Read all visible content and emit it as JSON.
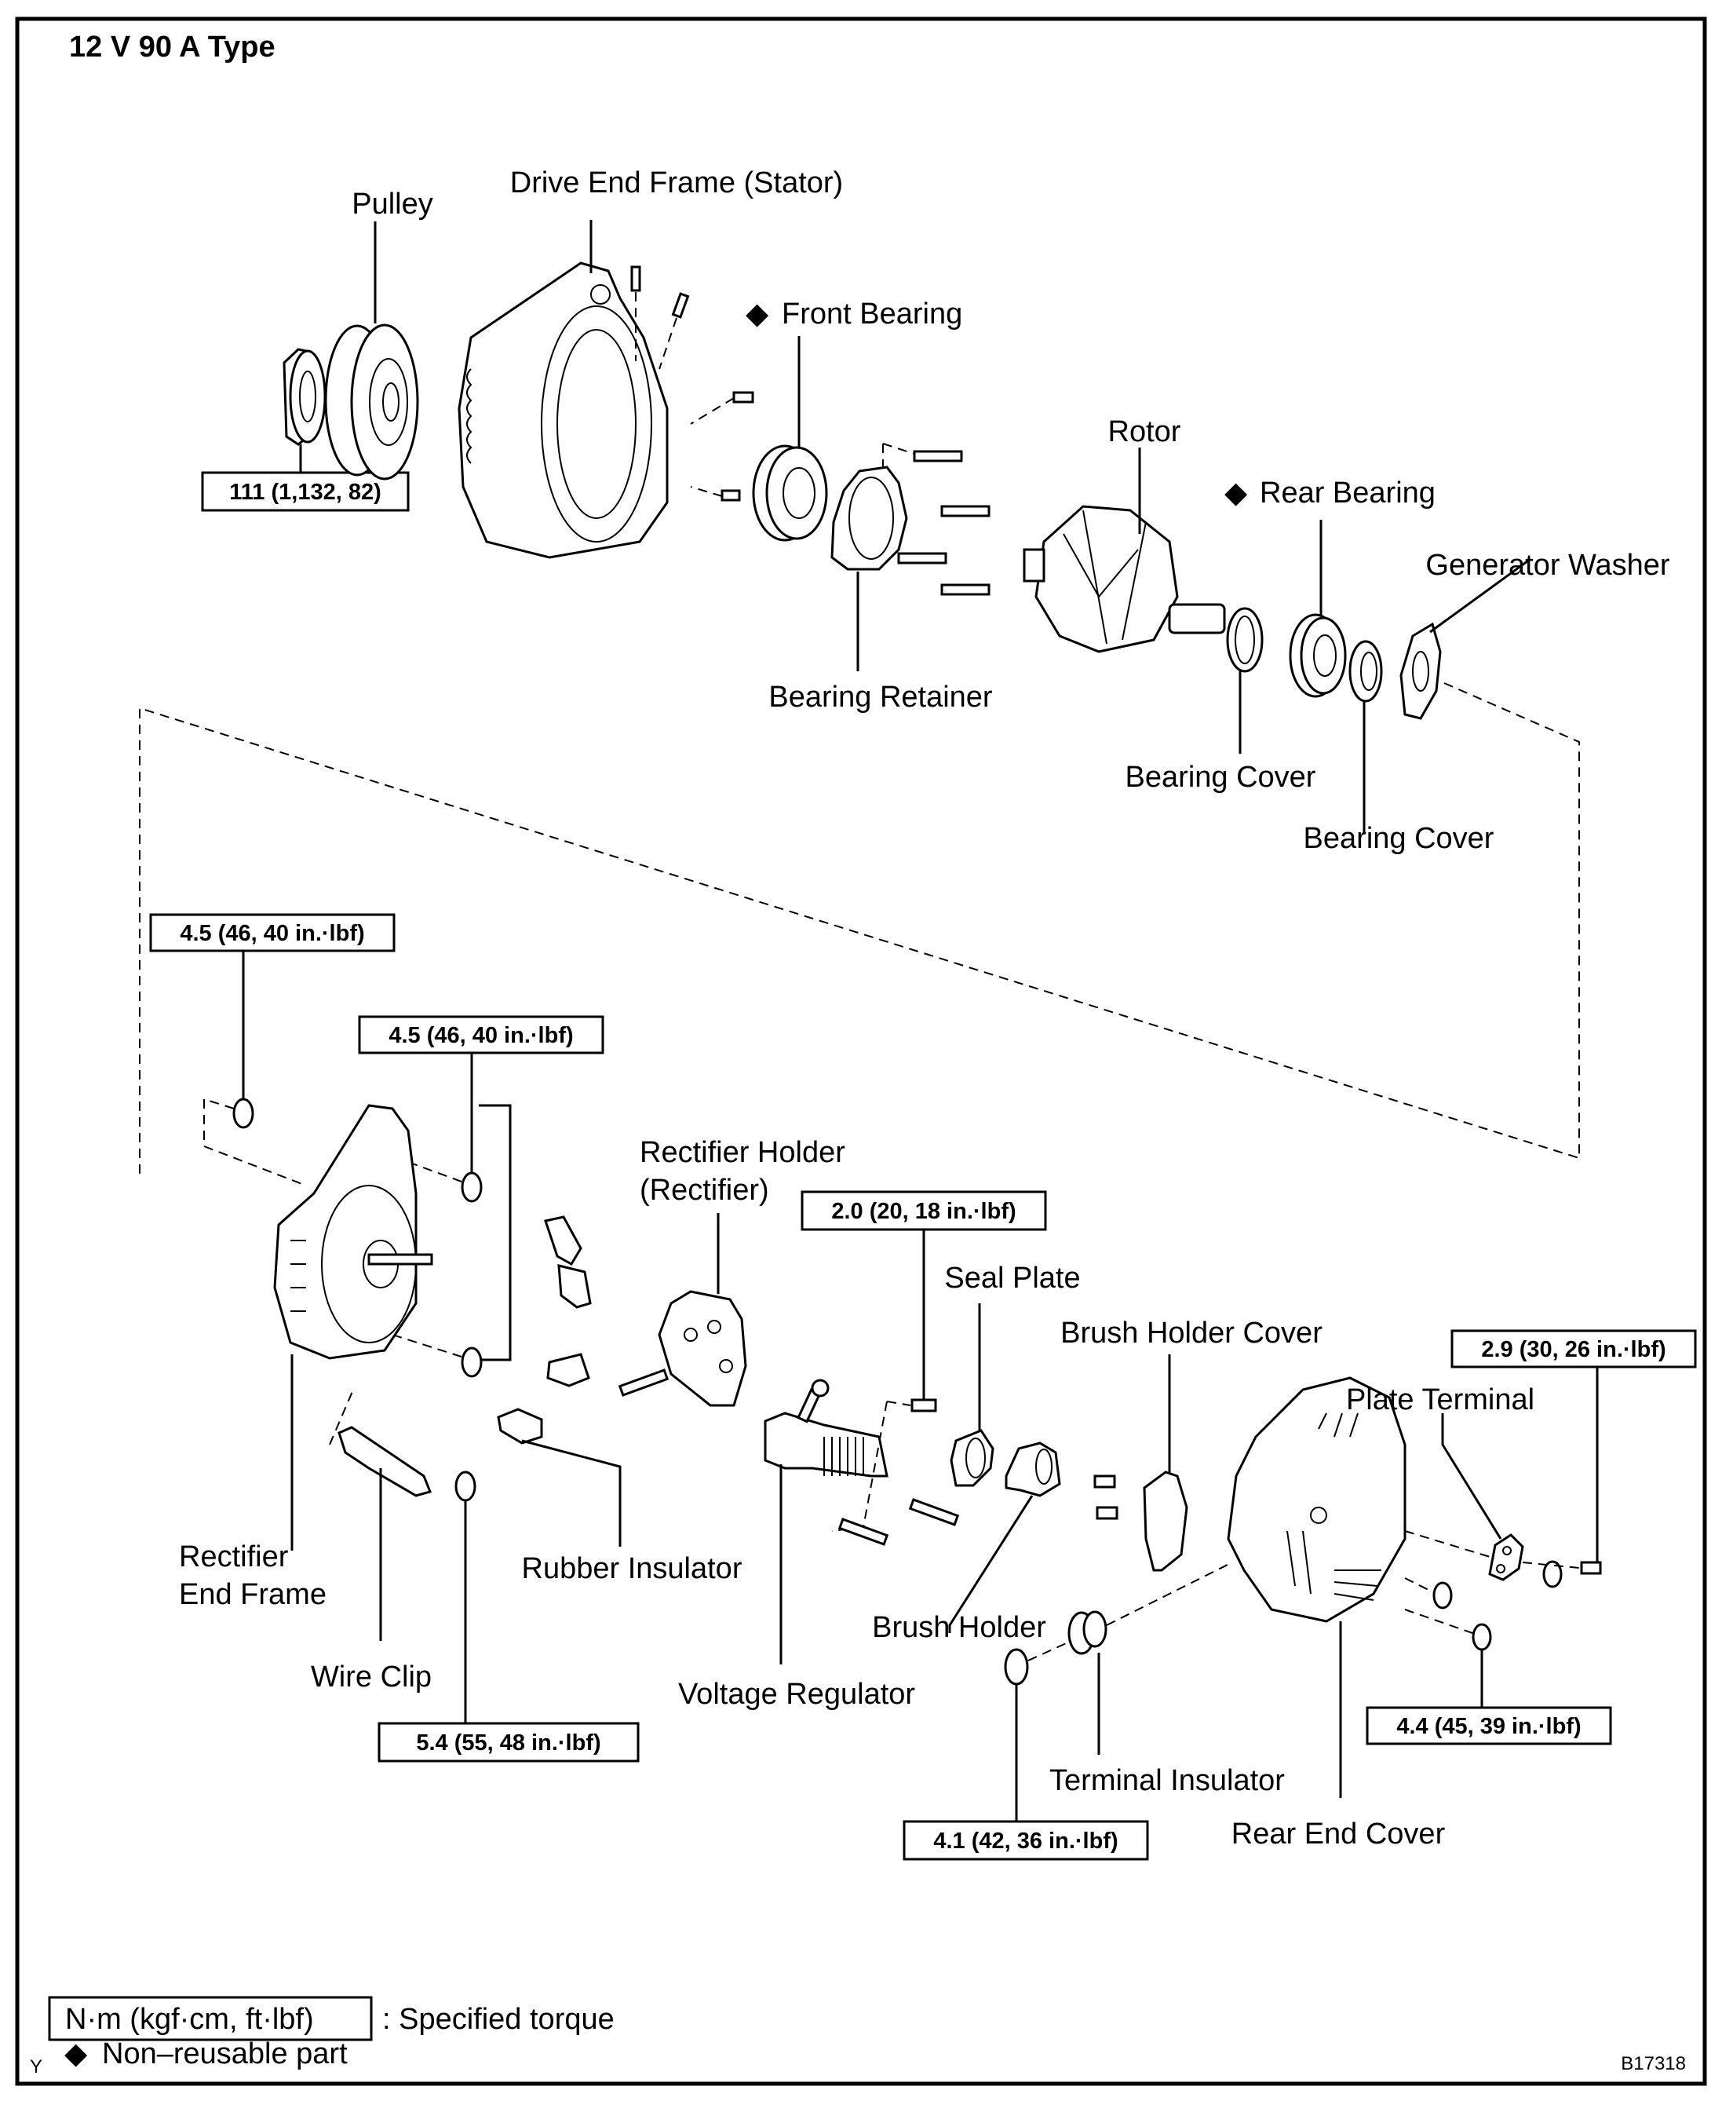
{
  "title": "12 V 90 A Type",
  "figure_id": "B17318",
  "corner_mark": "Y",
  "parts": {
    "pulley": "Pulley",
    "drive_end_frame": "Drive End Frame (Stator)",
    "front_bearing": "Front Bearing",
    "rotor": "Rotor",
    "rear_bearing": "Rear Bearing",
    "generator_washer": "Generator Washer",
    "bearing_retainer": "Bearing Retainer",
    "bearing_cover_1": "Bearing Cover",
    "bearing_cover_2": "Bearing Cover",
    "rectifier_holder_line1": "Rectifier Holder",
    "rectifier_holder_line2": "(Rectifier)",
    "seal_plate": "Seal Plate",
    "brush_holder_cover": "Brush Holder Cover",
    "plate_terminal": "Plate Terminal",
    "rectifier_end_frame_line1": "Rectifier",
    "rectifier_end_frame_line2": "End Frame",
    "rubber_insulator": "Rubber Insulator",
    "wire_clip": "Wire Clip",
    "voltage_regulator": "Voltage Regulator",
    "brush_holder": "Brush Holder",
    "terminal_insulator": "Terminal Insulator",
    "rear_end_cover": "Rear End Cover"
  },
  "non_reusable_marker": "◆",
  "torques": {
    "pulley_nut": "111 (1,132, 82)",
    "rect_frame_nut_upper": "4.5 (46, 40 in.·lbf)",
    "rect_frame_nut_mid": "4.5 (46, 40 in.·lbf)",
    "regulator_screw": "2.0 (20, 18 in.·lbf)",
    "plate_terminal_bolt": "2.9 (30, 26 in.·lbf)",
    "wire_clip_nut": "5.4 (55, 48 in.·lbf)",
    "rear_cover_nut": "4.4 (45, 39 in.·lbf)",
    "terminal_nut": "4.1 (42, 36 in.·lbf)"
  },
  "legend": {
    "torque_unit": "N·m (kgf·cm, ft·lbf)",
    "torque_desc": ": Specified torque",
    "non_reusable": "Non–reusable part"
  }
}
